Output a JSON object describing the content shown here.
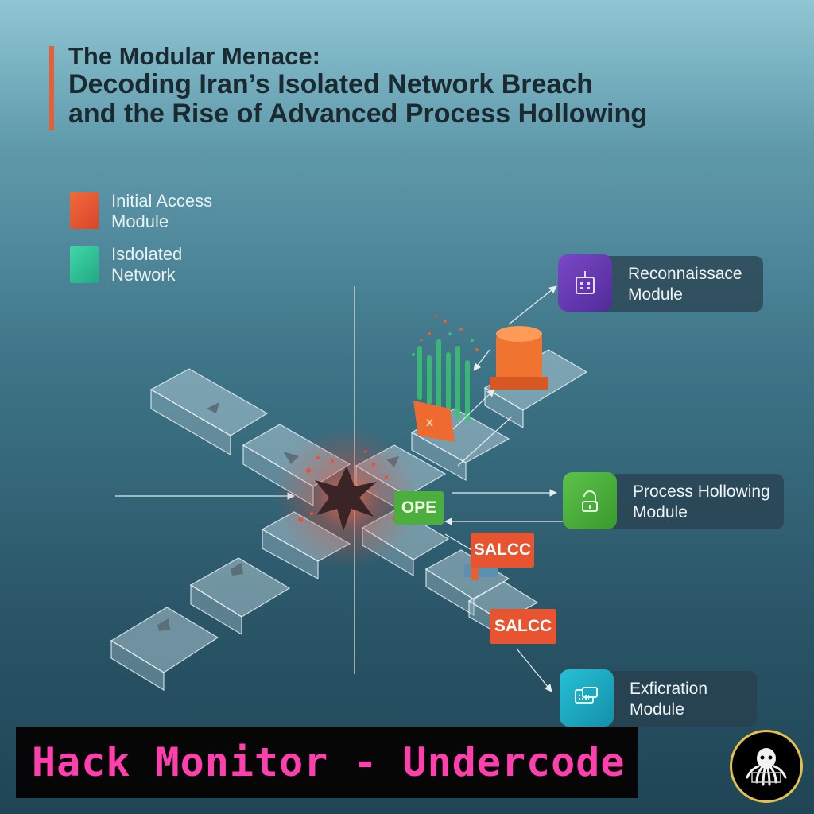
{
  "title": {
    "line1": "The Modular Menace:",
    "line2": "Decoding Iran’s Isolated Network Breach",
    "line3": "and the Rise of Advanced Process Hollowing"
  },
  "legend": {
    "items": [
      {
        "line1": "Initial Access",
        "line2": "Module",
        "color": "#ea5a34"
      },
      {
        "line1": "Isdolated",
        "line2": "Network",
        "color": "#2fc49a"
      }
    ]
  },
  "modules": {
    "recon": {
      "line1": "Reconnaissace",
      "line2": "Module",
      "color": "#6a3bb0"
    },
    "hollowing": {
      "line1": "Process Hollowing",
      "line2": "Module",
      "color": "#4cae3c"
    },
    "exfil": {
      "line1": "Exficration",
      "line2": "Module",
      "color": "#1aa8c2"
    }
  },
  "tags": {
    "ope": "OPE",
    "salcc1": "SALCC",
    "salcc2": "SALCC"
  },
  "banner": {
    "text": "Hack Monitor - Undercode"
  },
  "colors": {
    "accent_orange": "#ea5a34",
    "accent_green": "#2fc49a",
    "banner_text": "#ff3fae"
  }
}
